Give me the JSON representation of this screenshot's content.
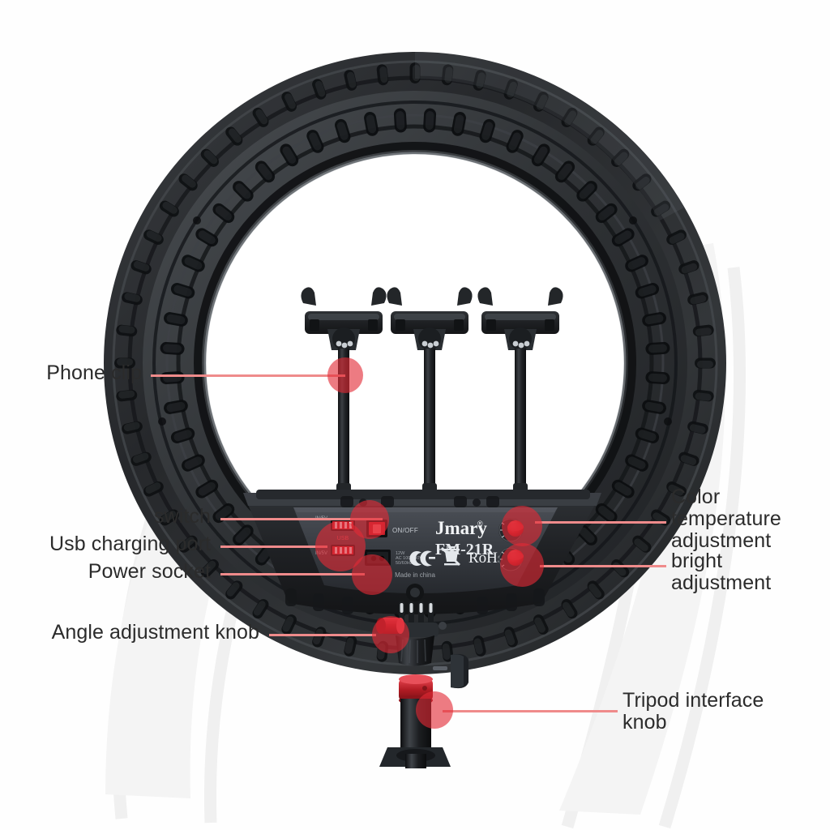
{
  "product": {
    "brand": "Jmary",
    "model": "FM-21R",
    "panel_markings": {
      "switch_label": "ON/OFF",
      "usb_label": "USB",
      "usb_top_label": "IN/5V",
      "usb_bottom_label": "IN/5V",
      "power_rating": "12W\nAC 100-240V\n50/60Hz",
      "ce_mark": "CE",
      "weee_mark": "crossed-out-wheelie-bin",
      "rohs_mark": "RoHs",
      "origin": "Made in china"
    }
  },
  "annotations": [
    {
      "id": "phone-clip",
      "text": "Phone clip",
      "side": "left"
    },
    {
      "id": "switch",
      "text": "switch",
      "side": "left"
    },
    {
      "id": "usb-charging-port",
      "text": "Usb charging port",
      "side": "left"
    },
    {
      "id": "power-socket",
      "text": "Power socket",
      "side": "left"
    },
    {
      "id": "angle-knob",
      "text": "Angle adjustment knob",
      "side": "left"
    },
    {
      "id": "color-temp",
      "text": "Color\ntemperature\nadjustment",
      "side": "right"
    },
    {
      "id": "bright",
      "text": "bright\nadjustment",
      "side": "right"
    },
    {
      "id": "tripod-knob",
      "text": "Tripod interface\nknob",
      "side": "right"
    }
  ],
  "colors": {
    "marker_red": "#e22a35",
    "leader_pink": "#ef8b8b",
    "label_text": "#2b2b2b",
    "body_black": "#1d1f21",
    "background": "#fefefe"
  }
}
